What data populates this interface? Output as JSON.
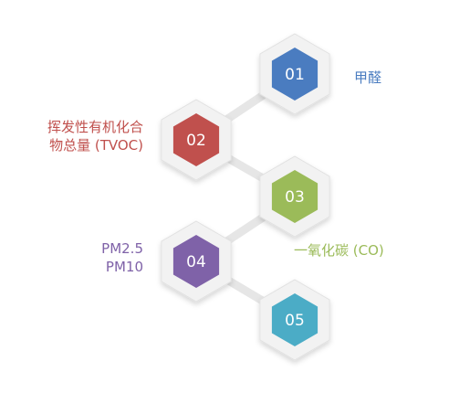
{
  "items": [
    {
      "number": "01",
      "label_lines": [
        "甲醛"
      ],
      "color": "#4a7cc0"
    },
    {
      "number": "02",
      "label_lines": [
        "挥发性有机化合",
        "物总量 (TVOC)"
      ],
      "color": "#c0504d"
    },
    {
      "number": "03",
      "label_lines": [
        "一氧化碳 (CO)"
      ],
      "color": "#9bbb59"
    },
    {
      "number": "04",
      "label_lines": [
        "PM2.5",
        "PM10"
      ],
      "color": "#7f62a8"
    },
    {
      "number": "05",
      "label_lines": [
        "..."
      ],
      "color": "#4bacc6"
    }
  ],
  "colors": {
    "connector": "#e6e6e6",
    "frame": "#f2f2f2",
    "frame_edge": "#e1e1e1"
  }
}
